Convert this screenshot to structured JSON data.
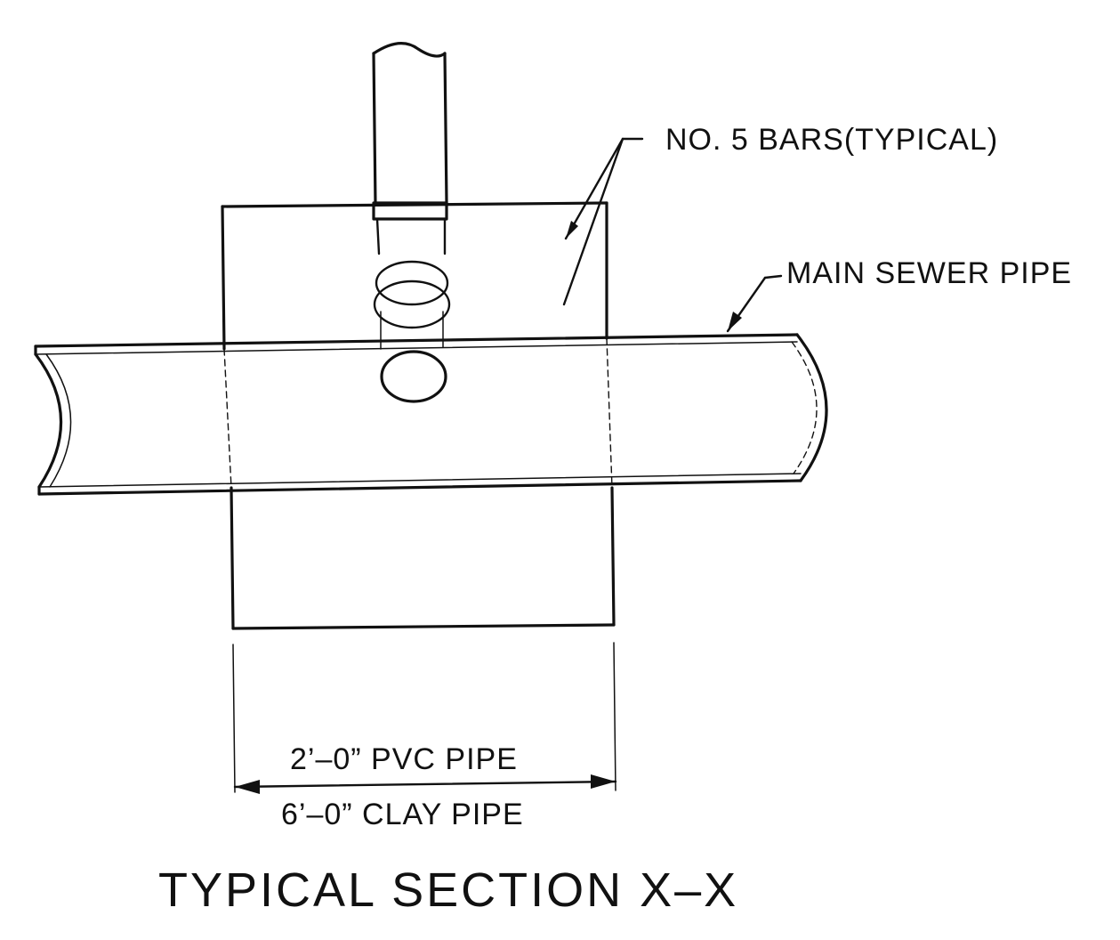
{
  "drawing": {
    "title": "TYPICAL SECTION X–X",
    "labels": {
      "bars": "NO. 5 BARS(TYPICAL)",
      "main_pipe": "MAIN SEWER PIPE",
      "dim_pvc": "2’–0” PVC PIPE",
      "dim_clay": "6’–0” CLAY PIPE"
    }
  },
  "colors": {
    "ink": "#111111",
    "paper": "#ffffff"
  }
}
